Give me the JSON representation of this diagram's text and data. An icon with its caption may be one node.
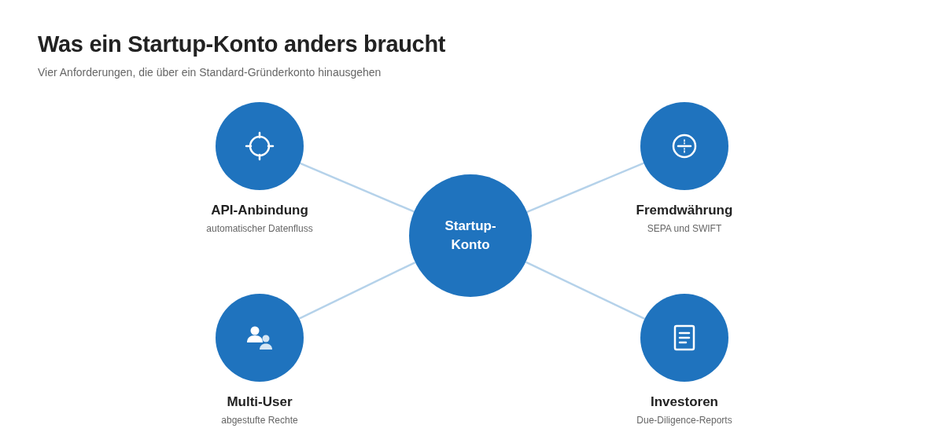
{
  "diagram": {
    "title": "Was ein Startup-Konto anders braucht",
    "caption": "Vier Anforderungen, die über ein Standard-Gründerkonto hinausgehen",
    "nodes": [
      {
        "text": [
          "API-Anbindung",
          "automatischer Datenfluss"
        ]
      },
      {
        "text": [
          "Fremdwährung",
          "SEPA und SWIFT"
        ]
      },
      {
        "text": [
          "Startup-Konto"
        ]
      },
      {
        "text": [
          "Multi-User",
          "abgestufte Rechte"
        ]
      },
      {
        "text": [
          "Investoren",
          "Due-Diligence-Reports"
        ]
      }
    ],
    "edges": [
      {
        "from": 2,
        "to": 0,
        "arrow": "none"
      },
      {
        "from": 2,
        "to": 1,
        "arrow": "none"
      },
      {
        "from": 2,
        "to": 3,
        "arrow": "none"
      },
      {
        "from": 2,
        "to": 4,
        "arrow": "none"
      }
    ]
  }
}
